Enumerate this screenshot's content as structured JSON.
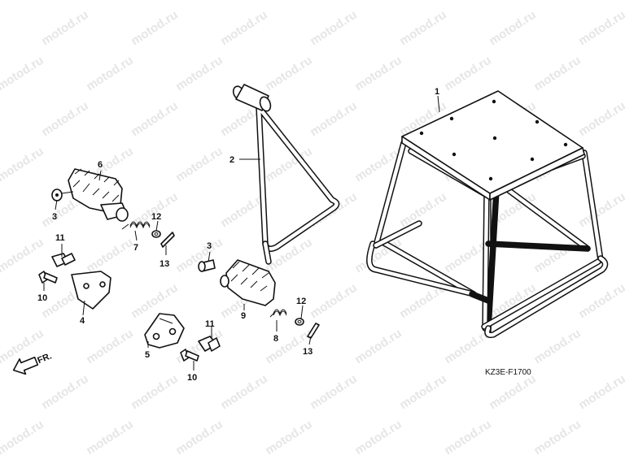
{
  "watermark": "motod.ru",
  "diagram_code": "KZ3E-F1700",
  "direction_label": "FR.",
  "callouts": [
    {
      "id": "c1",
      "num": "1"
    },
    {
      "id": "c2",
      "num": "2"
    },
    {
      "id": "c3a",
      "num": "3"
    },
    {
      "id": "c3b",
      "num": "3"
    },
    {
      "id": "c4",
      "num": "4"
    },
    {
      "id": "c5",
      "num": "5"
    },
    {
      "id": "c6",
      "num": "6"
    },
    {
      "id": "c7",
      "num": "7"
    },
    {
      "id": "c8",
      "num": "8"
    },
    {
      "id": "c9",
      "num": "9"
    },
    {
      "id": "c10a",
      "num": "10"
    },
    {
      "id": "c10b",
      "num": "10"
    },
    {
      "id": "c11a",
      "num": "11"
    },
    {
      "id": "c11b",
      "num": "11"
    },
    {
      "id": "c12a",
      "num": "12"
    },
    {
      "id": "c12b",
      "num": "12"
    },
    {
      "id": "c13a",
      "num": "13"
    },
    {
      "id": "c13b",
      "num": "13"
    }
  ]
}
